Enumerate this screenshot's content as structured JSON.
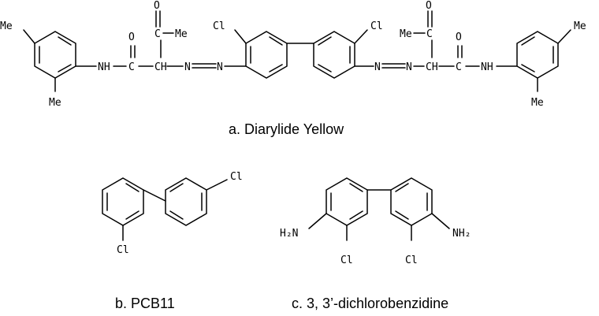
{
  "figure": {
    "diarylide_yellow": {
      "caption": "a. Diarylide Yellow",
      "labels": {
        "me": "Me",
        "nh": "NH",
        "c": "C",
        "ch": "CH",
        "o": "O",
        "n": "N",
        "cl": "Cl"
      }
    },
    "pcb11": {
      "caption": "b. PCB11",
      "labels": {
        "cl": "Cl"
      }
    },
    "dcb": {
      "caption": "c. 3, 3’-dichlorobenzidine",
      "labels": {
        "cl": "Cl",
        "h2n": "H₂N",
        "nh2": "NH₂"
      }
    }
  }
}
